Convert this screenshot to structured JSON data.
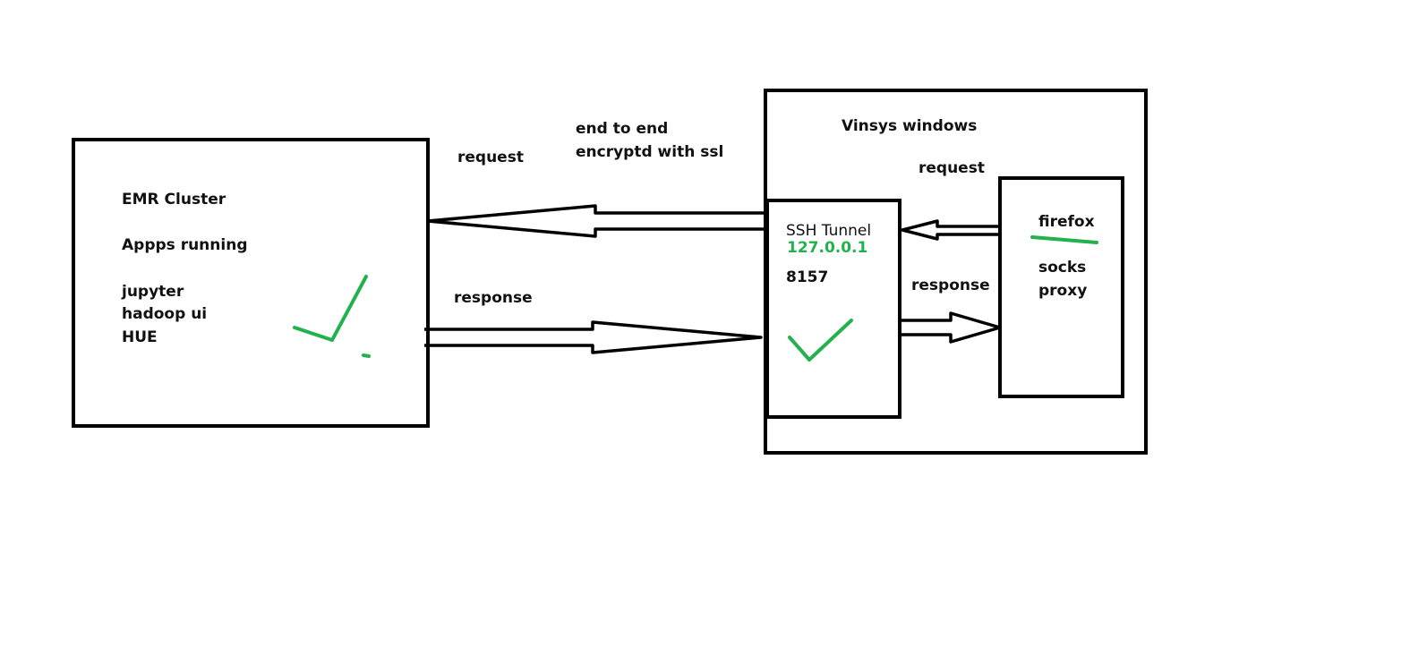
{
  "colors": {
    "ink": "#000000",
    "check": "#22b14c"
  },
  "emr": {
    "title": "EMR Cluster",
    "apps_heading": "Appps running",
    "apps": [
      "jupyter",
      "hadoop ui",
      "HUE"
    ]
  },
  "connection": {
    "request_label": "request",
    "response_label": "response",
    "encryption_line1": "end to end",
    "encryption_line2": "encryptd with ssl"
  },
  "windows": {
    "title": "Vinsys windows",
    "request_label": "request",
    "response_label": "response",
    "tunnel": {
      "title": "SSH Tunnel",
      "ip": "127.0.0.1",
      "port": "8157"
    },
    "browser": {
      "name": "firefox",
      "proxy_line1": "socks",
      "proxy_line2": "proxy"
    }
  }
}
